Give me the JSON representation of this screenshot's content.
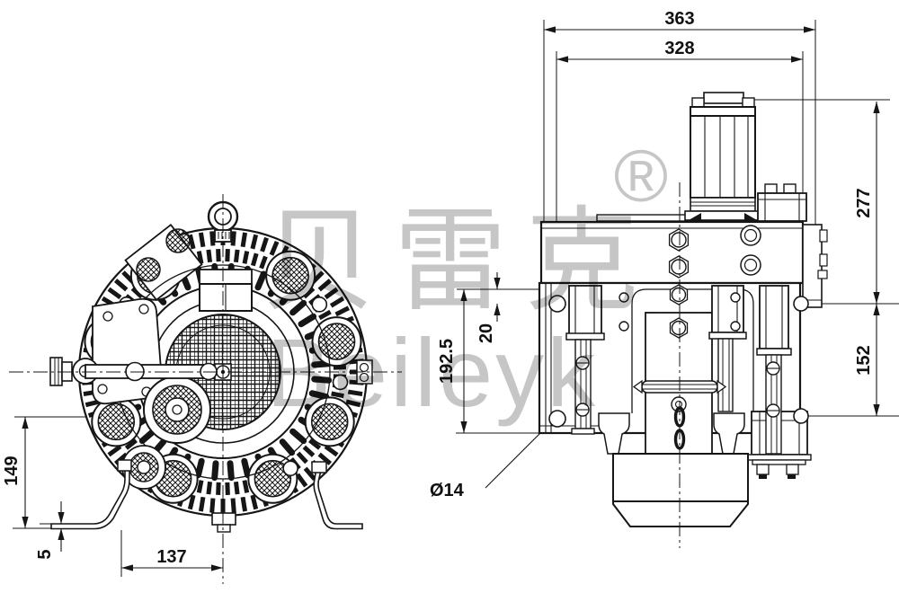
{
  "watermark": {
    "cn": "贝雷克",
    "latin": "Beileyk",
    "reg": "®"
  },
  "dimensions": {
    "overall": "363",
    "inner": "328",
    "right_upper": "277",
    "right_lower": "152",
    "left_height": "192.5",
    "hole_offset": "20",
    "hole_dia": "Ø14",
    "foot_span": "137",
    "axis_height": "149",
    "plate_thk": "5"
  }
}
